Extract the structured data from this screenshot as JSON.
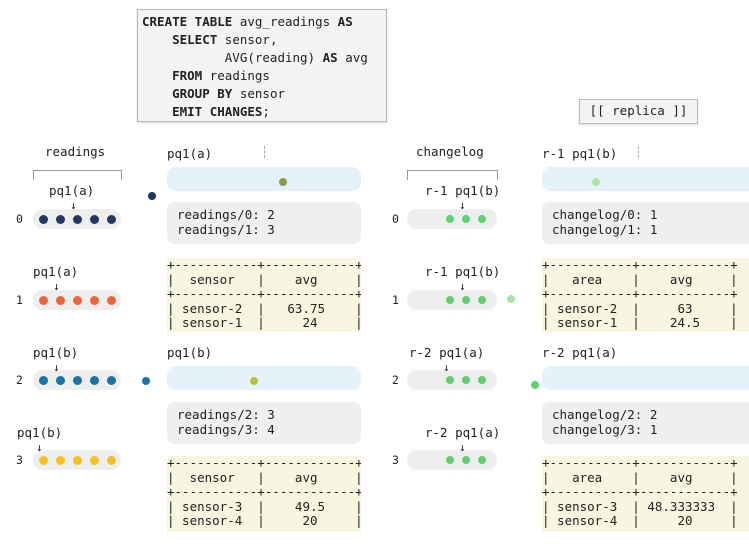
{
  "query": {
    "lines": [
      [
        {
          "t": "CREATE TABLE",
          "k": true
        },
        {
          "t": " avg_readings "
        },
        {
          "t": "AS",
          "k": true
        }
      ],
      [
        {
          "t": "    "
        },
        {
          "t": "SELECT",
          "k": true
        },
        {
          "t": " sensor,"
        }
      ],
      [
        {
          "t": "           AVG(reading) "
        },
        {
          "t": "AS",
          "k": true
        },
        {
          "t": " avg"
        }
      ],
      [
        {
          "t": "    "
        },
        {
          "t": "FROM",
          "k": true
        },
        {
          "t": " readings"
        }
      ],
      [
        {
          "t": "    "
        },
        {
          "t": "GROUP BY",
          "k": true
        },
        {
          "t": " sensor"
        }
      ],
      [
        {
          "t": "    "
        },
        {
          "t": "EMIT CHANGES",
          "k": true
        },
        {
          "t": ";"
        }
      ]
    ]
  },
  "replica_label": "[[ replica ]]",
  "readings": {
    "title": "readings",
    "partitions": [
      {
        "num": "0",
        "label": "pq1(a)",
        "color": "#1f3864",
        "dots": 5,
        "cursor": 2
      },
      {
        "num": "1",
        "label": "pq1(a)",
        "color": "#f0643c",
        "dots": 5,
        "cursor": 1
      },
      {
        "num": "2",
        "label": "pq1(b)",
        "color": "#1b74a3",
        "dots": 5,
        "cursor": 1
      },
      {
        "num": "3",
        "label": "pq1(b)",
        "color": "#f5c020",
        "dots": 5,
        "cursor": 0
      }
    ]
  },
  "changelog": {
    "title": "changelog",
    "color": "#5fd16f",
    "partitions": [
      {
        "num": "0",
        "label": "r-1 pq1(b)",
        "dots": 3,
        "cursor": 2
      },
      {
        "num": "1",
        "label": "r-1 pq1(b)",
        "dots": 3,
        "cursor": 2
      },
      {
        "num": "2",
        "label": "r-2 pq1(a)",
        "dots": 3,
        "cursor": 1
      },
      {
        "num": "3",
        "label": "r-2 pq1(a)",
        "dots": 3,
        "cursor": 2
      }
    ]
  },
  "pq1a": {
    "title": "pq1(a)",
    "dot_color": "#8a9a4a",
    "incoming_dot_color": "#1f3864",
    "offsets": [
      "readings/0: 2",
      "readings/1: 3"
    ],
    "table": {
      "headers": [
        "sensor",
        "avg"
      ],
      "rows": [
        [
          "sensor-2",
          "63.75"
        ],
        [
          "sensor-1",
          "24"
        ]
      ]
    }
  },
  "pq1b": {
    "title": "pq1(b)",
    "dot_color": "#b7c23a",
    "incoming_dot_color": "#1b74a3",
    "offsets": [
      "readings/2: 3",
      "readings/3: 4"
    ],
    "table": {
      "headers": [
        "sensor",
        "avg"
      ],
      "rows": [
        [
          "sensor-3",
          "49.5"
        ],
        [
          "sensor-4",
          "20"
        ]
      ]
    }
  },
  "r1": {
    "title": "r-1 pq1(b)",
    "dot_color": "#a8e6a8",
    "offsets": [
      "changelog/0: 1",
      "changelog/1: 1"
    ],
    "table": {
      "headers": [
        "area",
        "avg"
      ],
      "rows": [
        [
          "sensor-2",
          "63"
        ],
        [
          "sensor-1",
          "24.5"
        ]
      ]
    }
  },
  "r2": {
    "title": "r-2 pq1(a)",
    "incoming_dot_color": "#5fd16f",
    "offsets": [
      "changelog/2: 2",
      "changelog/3: 1"
    ],
    "table": {
      "headers": [
        "area",
        "avg"
      ],
      "rows": [
        [
          "sensor-3",
          "48.333333"
        ],
        [
          "sensor-4",
          "20"
        ]
      ]
    }
  }
}
